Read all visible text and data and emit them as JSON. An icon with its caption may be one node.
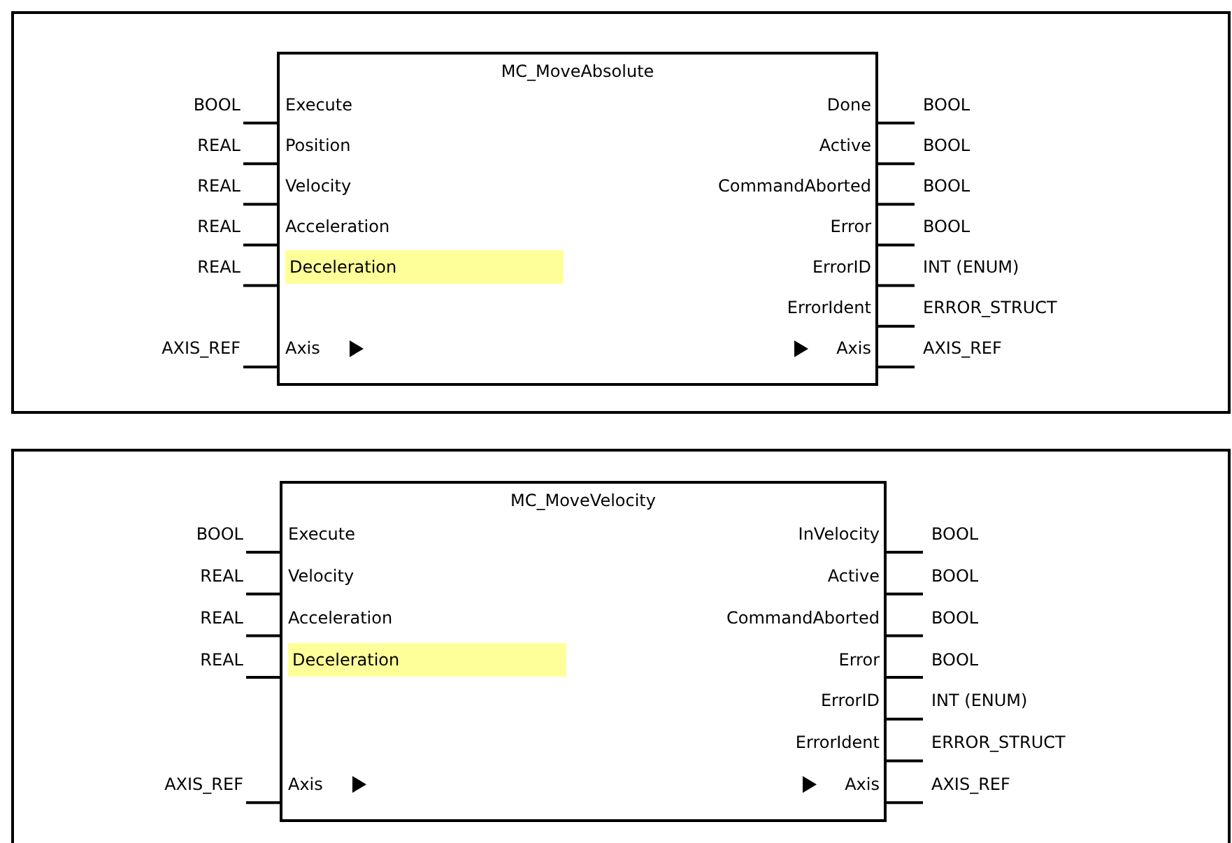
{
  "diagram": {
    "nodes": [
      {
        "text": [
          "MC_MoveAbsolute"
        ]
      },
      {
        "text": [
          "MC_MoveVelocity"
        ]
      }
    ],
    "labels": [
      "BOOL",
      "Execute",
      "Done",
      "BOOL",
      "REAL",
      "Position",
      "Active",
      "BOOL",
      "REAL",
      "Velocity",
      "CommandAborted",
      "BOOL",
      "REAL",
      "Acceleration",
      "Error",
      "BOOL",
      "REAL",
      "Deceleration",
      "ErrorID",
      "INT (ENUM)",
      "ErrorIdent",
      "ERROR_STRUCT",
      "AXIS_REF",
      "Axis",
      "Axis",
      "AXIS_REF",
      "BOOL",
      "Execute",
      "InVelocity",
      "BOOL",
      "REAL",
      "Velocity",
      "Active",
      "BOOL",
      "REAL",
      "Acceleration",
      "CommandAborted",
      "BOOL",
      "REAL",
      "Deceleration",
      "Error",
      "BOOL",
      "ErrorID",
      "INT (ENUM)",
      "ErrorIdent",
      "ERROR_STRUCT",
      "AXIS_REF",
      "Axis",
      "Axis",
      "AXIS_REF"
    ]
  }
}
